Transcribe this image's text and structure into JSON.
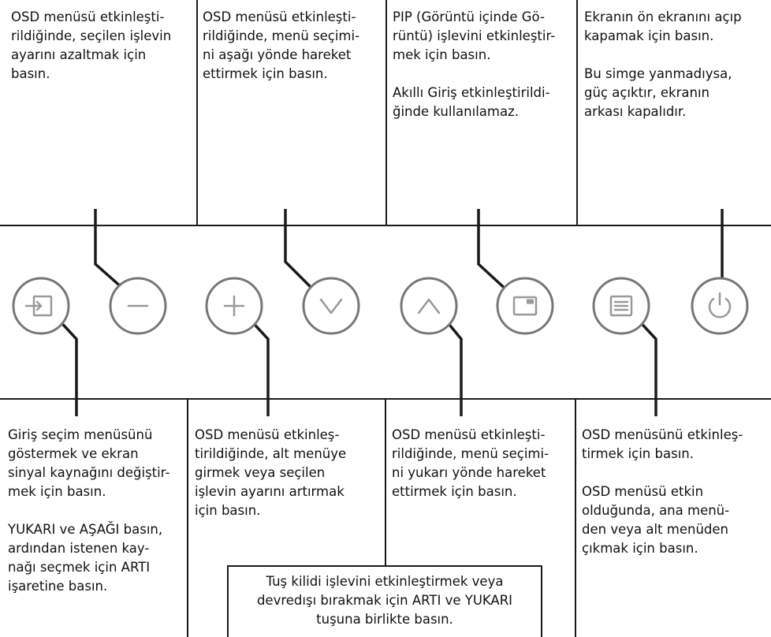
{
  "top_descriptions": [
    {
      "id": "minus",
      "paragraphs": [
        " OSD menüsü etkinleşti-\nrildiğinde, seçilen işlevin\nayarını azaltmak için\nbasın."
      ]
    },
    {
      "id": "down",
      "paragraphs": [
        " OSD menüsü etkinleşti-\nrildiğinde, menü seçimi-\nni aşağı yönde hareket\nettirmek için basın."
      ]
    },
    {
      "id": "pip",
      "paragraphs": [
        "PIP (Görüntü içinde Gö-\nrüntü) işlevini etkinleştir-\nmek için basın.",
        "Akıllı Giriş etkinleştirildi-\nğinde kullanılamaz."
      ]
    },
    {
      "id": "power",
      "paragraphs": [
        "Ekranın ön ekranını açıp\nkapamak için basın.",
        "Bu simge yanmadıysa,\ngüç açıktır, ekranın\narkası kapalıdır."
      ]
    }
  ],
  "bottom_descriptions": [
    {
      "id": "input",
      "paragraphs": [
        "Giriş seçim menüsünü\ngöstermek ve ekran\nsinyal kaynağını değiştir-\nmek için basın.",
        "YUKARI ve AŞAĞI basın,\nardından istenen kay-\nnağı seçmek için ARTI\nişaretine basın."
      ]
    },
    {
      "id": "plus",
      "paragraphs": [
        "OSD menüsü etkinleş-\ntirildiğinde, alt menüye\ngirmek veya seçilen\nişlevin ayarını artırmak\niçin basın."
      ]
    },
    {
      "id": "up",
      "paragraphs": [
        "OSD menüsü etkinleşti-\nrildiğinde, menü seçimi-\nni yukarı yönde hareket\nettirmek için basın."
      ]
    },
    {
      "id": "menu",
      "paragraphs": [
        "OSD menüsünü etkinleş-\ntirmek için basın.",
        "OSD menüsü etkin\nolduğunda, ana menü-\nden veya alt menüden\nçıkmak için basın."
      ]
    }
  ],
  "key_lock_note": "Tuş kilidi işlevini etkinleştirmek veya\ndevredışı bırakmak için ARTI ve YUKARI\ntuşuna birlikte basın.",
  "buttons": [
    {
      "name": "input-button",
      "icon": "input-source-icon"
    },
    {
      "name": "minus-button",
      "icon": "minus-icon"
    },
    {
      "name": "plus-button",
      "icon": "plus-icon"
    },
    {
      "name": "down-button",
      "icon": "chevron-down-icon"
    },
    {
      "name": "up-button",
      "icon": "chevron-up-icon"
    },
    {
      "name": "pip-button",
      "icon": "pip-icon"
    },
    {
      "name": "menu-button",
      "icon": "menu-icon"
    },
    {
      "name": "power-button",
      "icon": "power-icon"
    }
  ],
  "colors": {
    "line": "#1a1a1a",
    "button_stroke": "#777777",
    "icon": "#999999"
  }
}
